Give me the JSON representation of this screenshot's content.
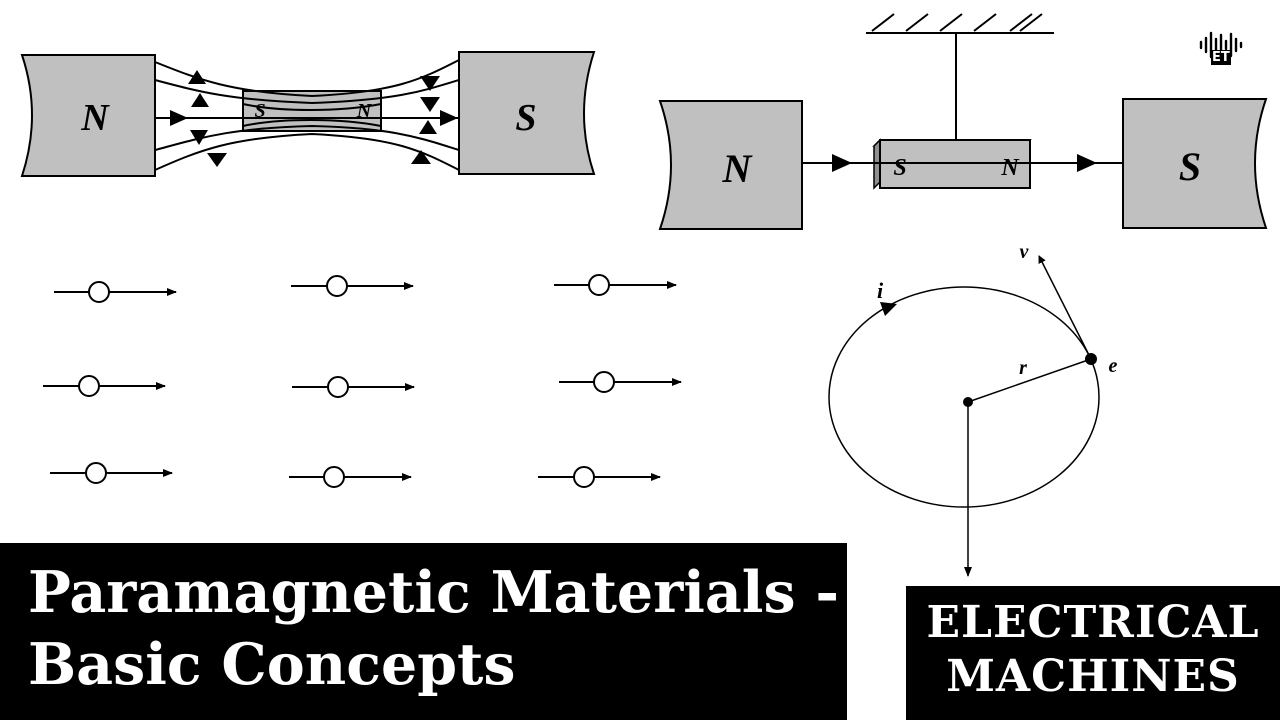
{
  "title": {
    "line1": "Paramagnetic Materials -",
    "line2": "Basic Concepts"
  },
  "badge": {
    "line1": "ELECTRICAL",
    "line2": "MACHINES"
  },
  "logo": {
    "text": "ET",
    "icon": "sound-wave-icon"
  },
  "diagram1": {
    "pole_left": "N",
    "pole_right": "S",
    "sample_s": "S",
    "sample_n": "N"
  },
  "diagram2": {
    "pole_left": "N",
    "pole_right": "S",
    "magnet_s": "S",
    "magnet_n": "N"
  },
  "orbit": {
    "current": "i",
    "velocity": "v",
    "radius": "r",
    "electron": "e"
  },
  "colors": {
    "pole_fill": "#c0c0c0",
    "banner": "#000000",
    "banner_text": "#ffffff"
  }
}
